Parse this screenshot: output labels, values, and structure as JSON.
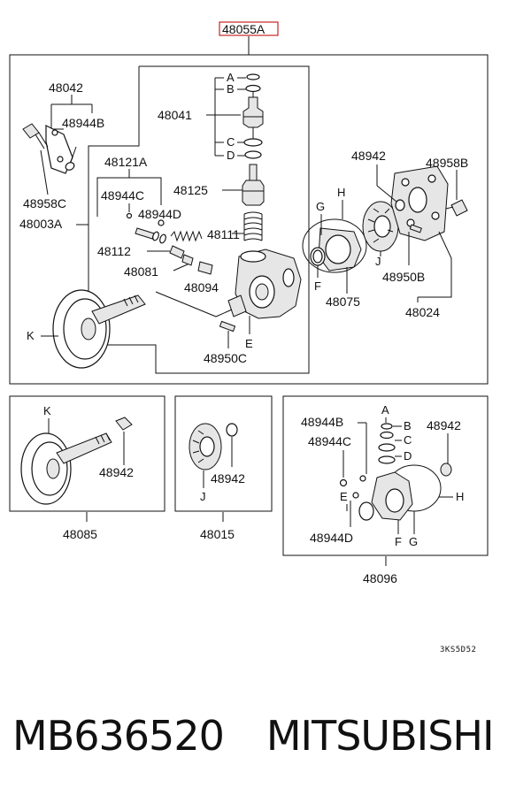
{
  "assembly": {
    "part_number": "48055A",
    "highlight_color": "#cc2222"
  },
  "main_box_labels": {
    "p48042": "48042",
    "p48944B": "48944B",
    "p48958C": "48958C",
    "p48003A": "48003A",
    "p48041": "48041",
    "A": "A",
    "B": "B",
    "C": "C",
    "D": "D",
    "p48121A": "48121A",
    "p48944C": "48944C",
    "p48944D": "48944D",
    "p48125": "48125",
    "p48111": "48111",
    "p48112": "48112",
    "p48081": "48081",
    "p48094": "48094",
    "E": "E",
    "p48950C": "48950C",
    "K": "K",
    "G": "G",
    "H": "H",
    "F": "F",
    "J": "J",
    "p48942": "48942",
    "p48958B": "48958B",
    "p48950B": "48950B",
    "p48075": "48075",
    "p48024": "48024"
  },
  "kit_48085": {
    "K": "K",
    "p48942": "48942",
    "number": "48085"
  },
  "kit_48015": {
    "p48942": "48942",
    "J": "J",
    "number": "48015"
  },
  "kit_48096": {
    "p48944B": "48944B",
    "p48944C": "48944C",
    "p48944D": "48944D",
    "A": "A",
    "B": "B",
    "C": "C",
    "D": "D",
    "E": "E",
    "F": "F",
    "G": "G",
    "H": "H",
    "p48942": "48942",
    "number": "48096"
  },
  "diagram_code": "3KS5D52",
  "footer": {
    "part_no": "MB636520",
    "brand": "MITSUBISHI"
  }
}
